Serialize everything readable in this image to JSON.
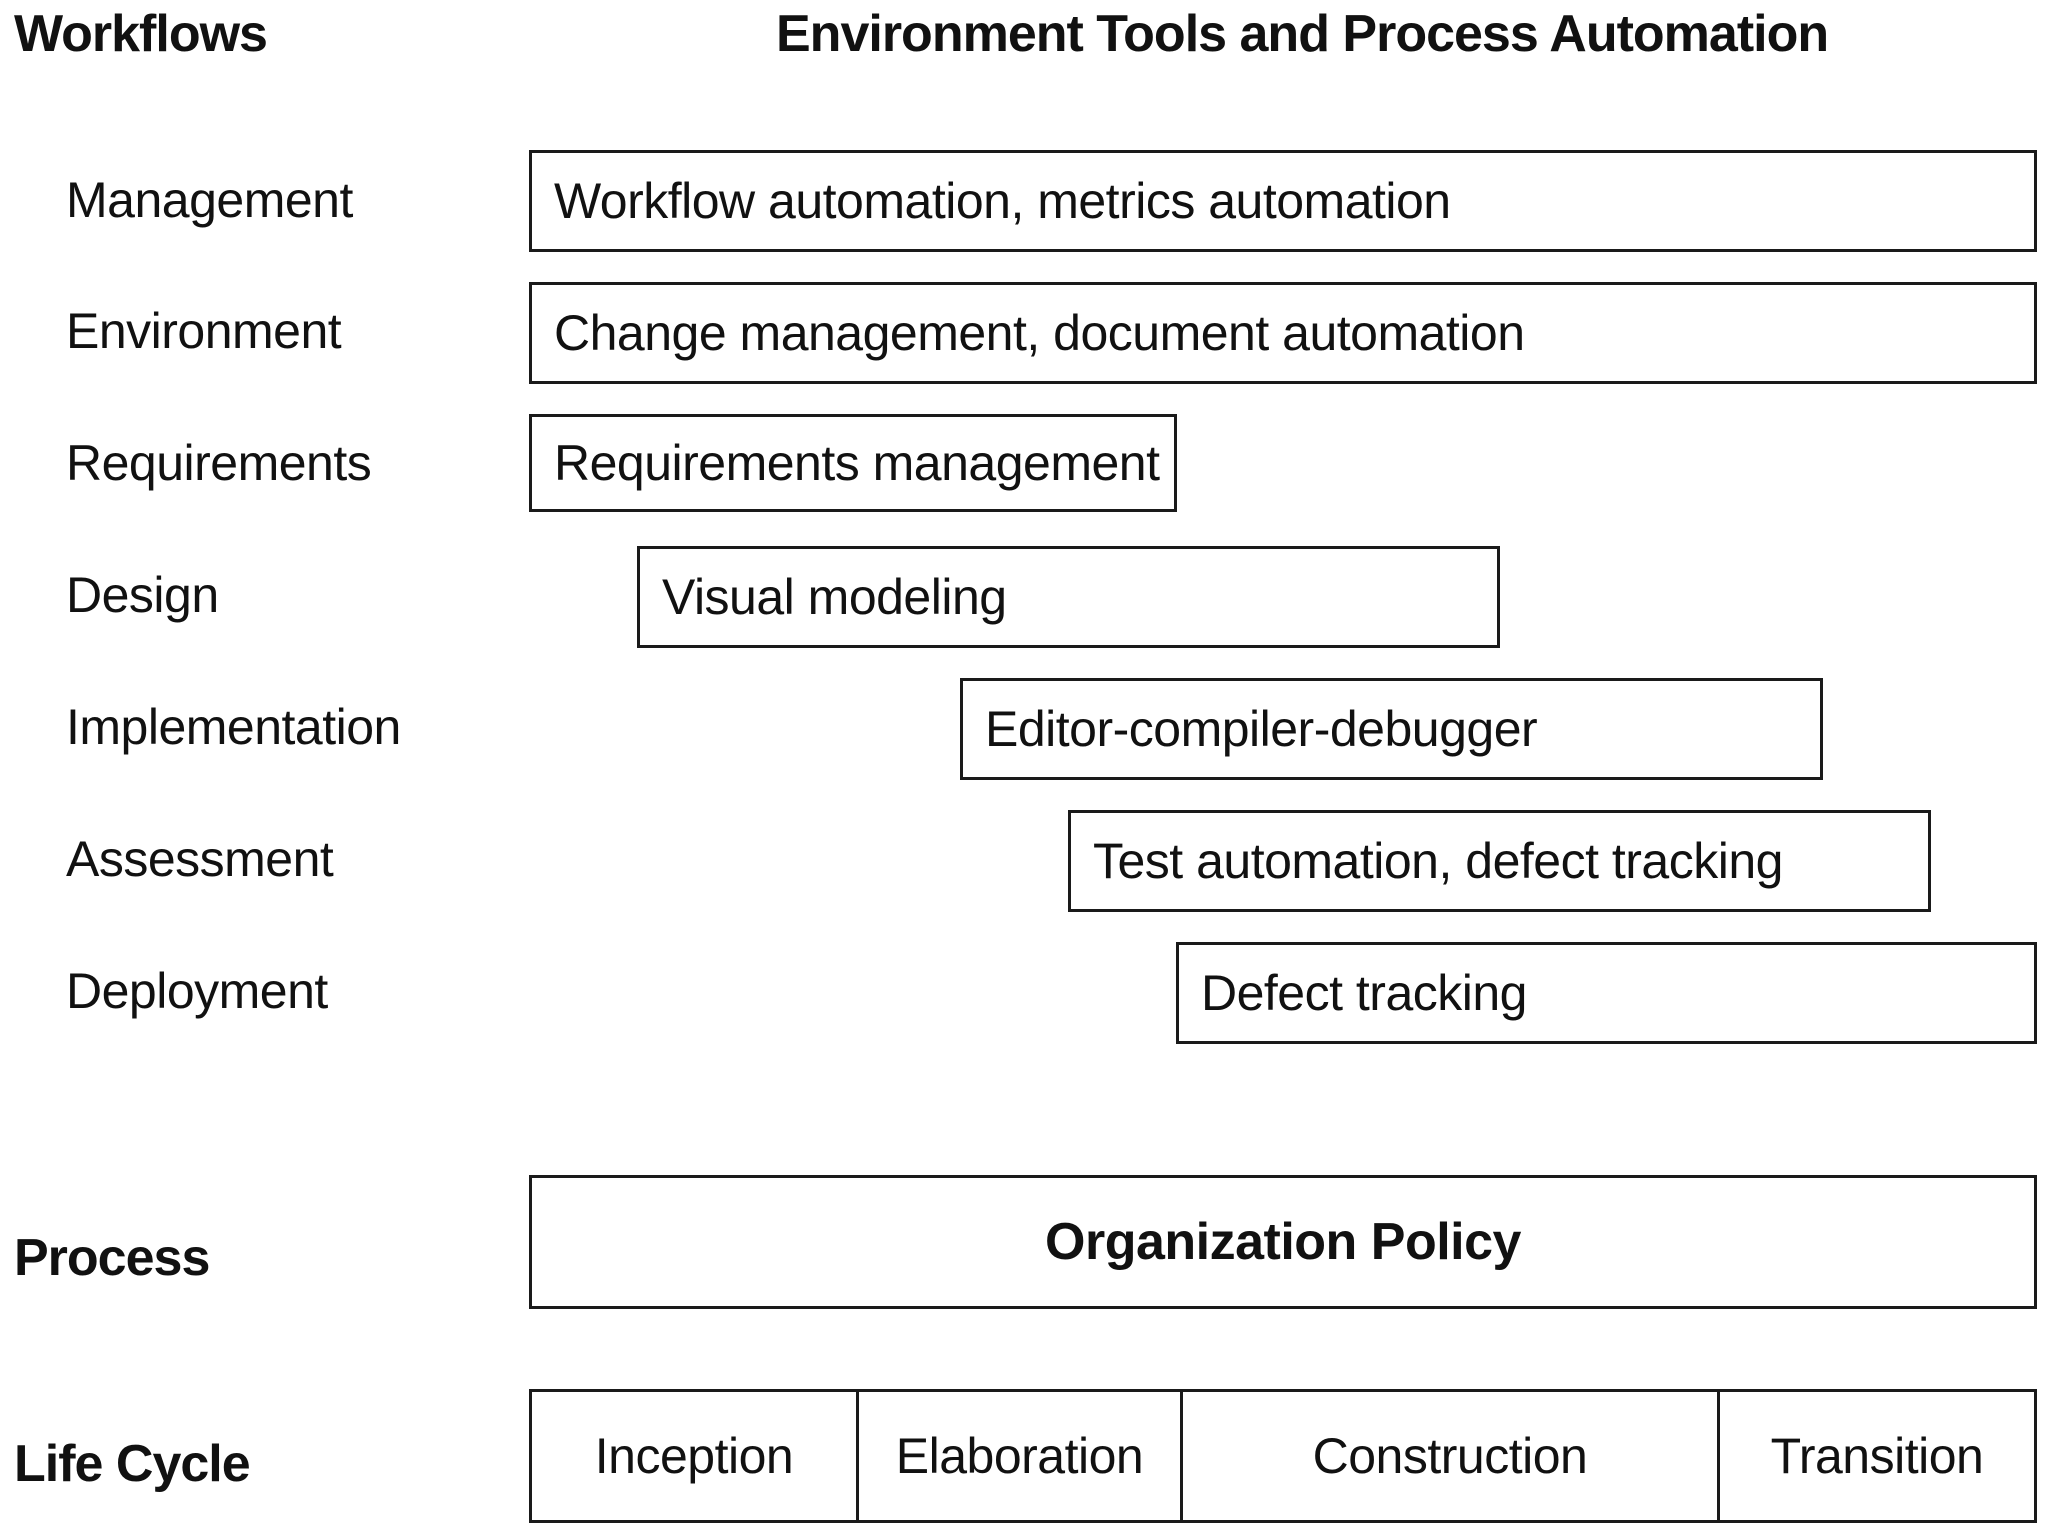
{
  "headers": {
    "workflows": "Workflows",
    "tools": "Environment Tools and Process Automation"
  },
  "workflows": [
    {
      "label": "Management",
      "tool": "Workflow automation, metrics automation"
    },
    {
      "label": "Environment",
      "tool": "Change management, document automation"
    },
    {
      "label": "Requirements",
      "tool": "Requirements management"
    },
    {
      "label": "Design",
      "tool": "Visual modeling"
    },
    {
      "label": "Implementation",
      "tool": "Editor-compiler-debugger"
    },
    {
      "label": "Assessment",
      "tool": "Test automation, defect tracking"
    },
    {
      "label": "Deployment",
      "tool": "Defect tracking"
    }
  ],
  "process": {
    "label": "Process",
    "policy": "Organization Policy"
  },
  "lifecycle": {
    "label": "Life Cycle",
    "phases": [
      "Inception",
      "Elaboration",
      "Construction",
      "Transition"
    ]
  }
}
